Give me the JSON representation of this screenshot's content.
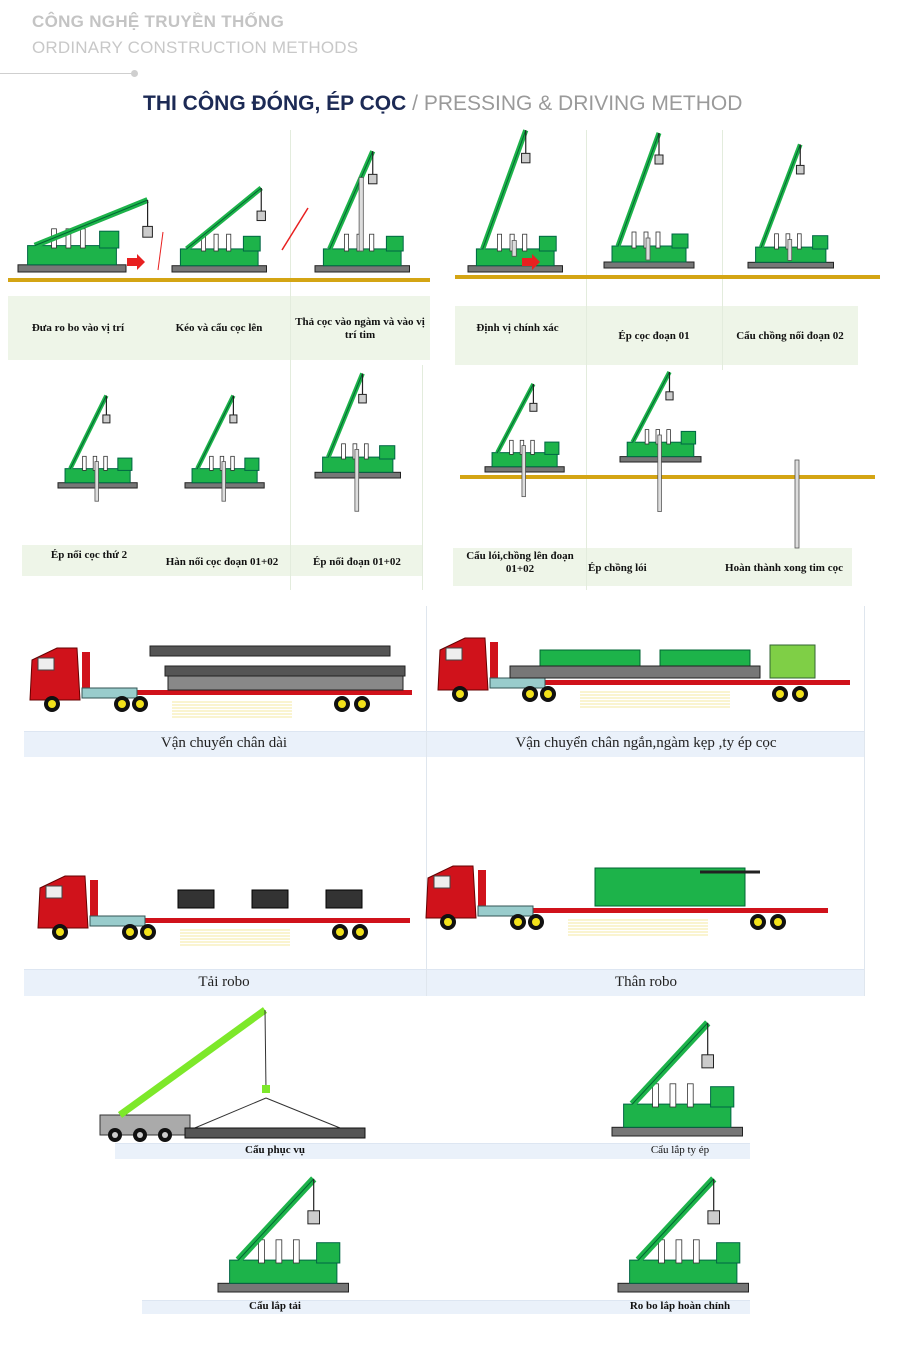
{
  "header": {
    "line1": "CÔNG NGHỆ TRUYỀN THỐNG",
    "line2": "ORDINARY CONSTRUCTION  METHODS"
  },
  "title": {
    "bold": "THI CÔNG ĐÓNG, ÉP CỌC",
    "separator": " / ",
    "light": "PRESSING & DRIVING METHOD"
  },
  "steps_row1": [
    "Đưa ro bo vào vị trí",
    "Kéo và cẩu cọc lên",
    "Thả cọc vào ngàm và vào vị trí tim",
    "Định vị chính xác",
    "Ép cọc đoạn 01",
    "Cẩu chồng nối đoạn 02"
  ],
  "steps_row2": [
    "Ép nối cọc thứ 2",
    "Hàn nối cọc đoạn 01+02",
    "Ép nối đoạn 01+02",
    "Cẩu lói,chồng lên đoạn 01+02",
    "Ép chồng lói",
    "Hoàn thành xong tim cọc"
  ],
  "transport": [
    "Vận chuyển chân dài",
    "Vận chuyển chân ngắn,ngàm kẹp ,ty ép cọc",
    "Tải robo",
    "Thân robo"
  ],
  "cranes": [
    "Cẩu phục vụ",
    "Cẩu lắp ty ép",
    "Cẩu lắp tải",
    "Ro bo lắp hoàn chỉnh"
  ],
  "colors": {
    "machine": "#1db34a",
    "ground": "#d4a514",
    "truck": "#d0121b",
    "wheel": "#f2e21a",
    "crane": "#7de82a"
  }
}
